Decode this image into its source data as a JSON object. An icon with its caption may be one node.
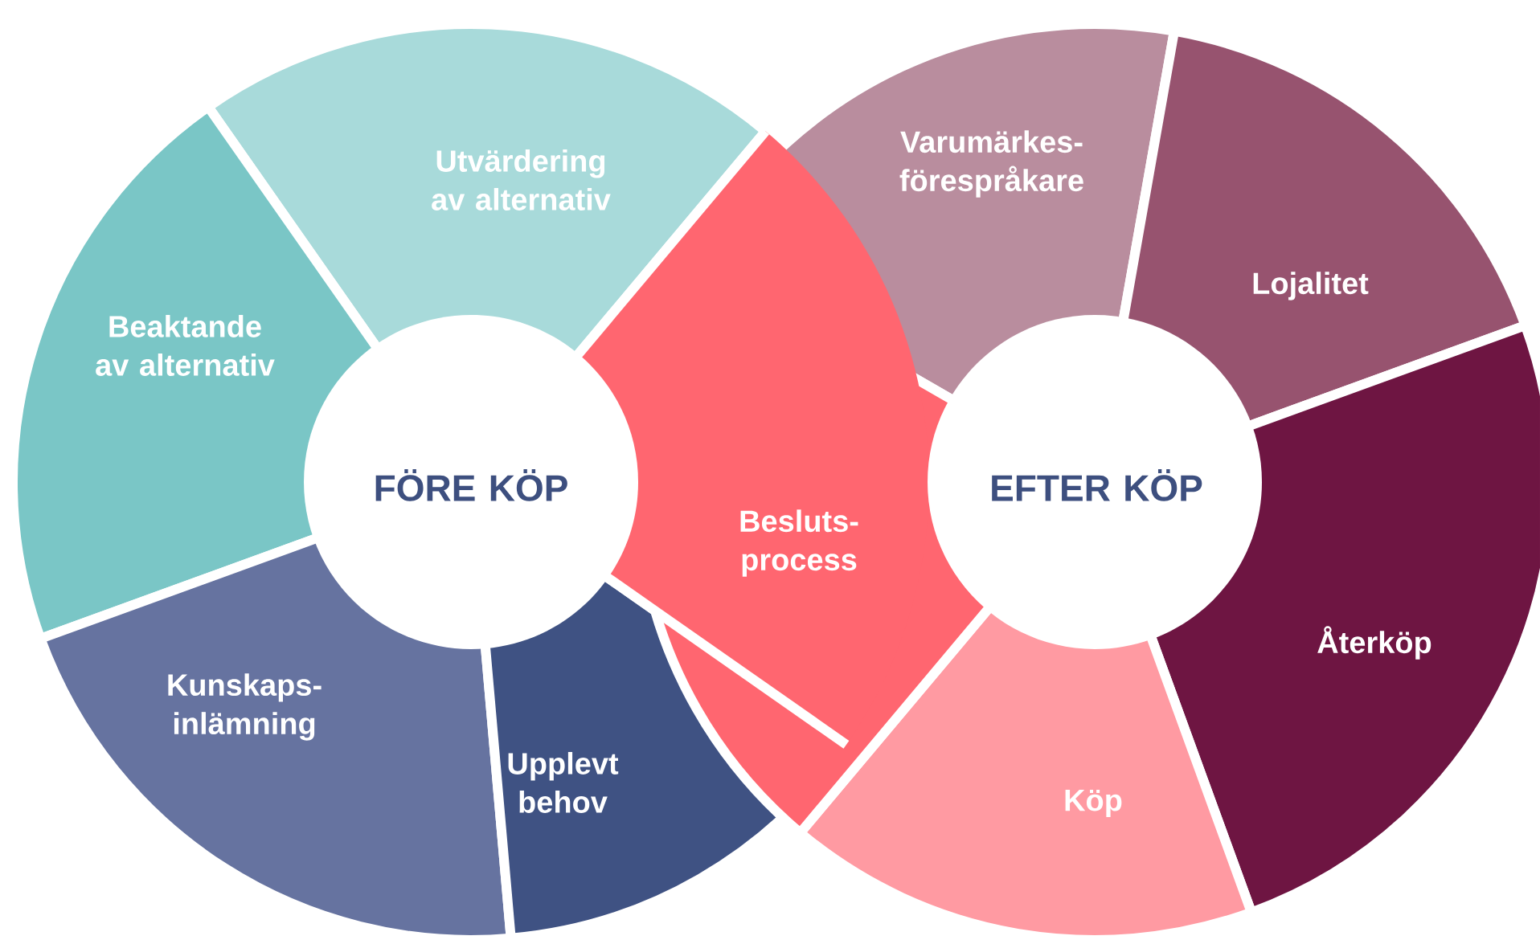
{
  "diagram": {
    "nodes": [
      {
        "text": [
          "Utvärdering av alternativ"
        ]
      },
      {
        "text": [
          "Varumärkes-förespråkare"
        ]
      },
      {
        "text": [
          "Lojalitet"
        ]
      },
      {
        "text": [
          "Beaktande av alternativ"
        ]
      },
      {
        "text": [
          "FÖRE KÖP"
        ]
      },
      {
        "text": [
          "Besluts-process"
        ]
      },
      {
        "text": [
          "EFTER KÖP"
        ]
      },
      {
        "text": [
          "Kunskaps-inlämning"
        ]
      },
      {
        "text": [
          "Återköp"
        ]
      },
      {
        "text": [
          "Upplevt behov"
        ]
      },
      {
        "text": [
          "Köp"
        ]
      }
    ]
  }
}
